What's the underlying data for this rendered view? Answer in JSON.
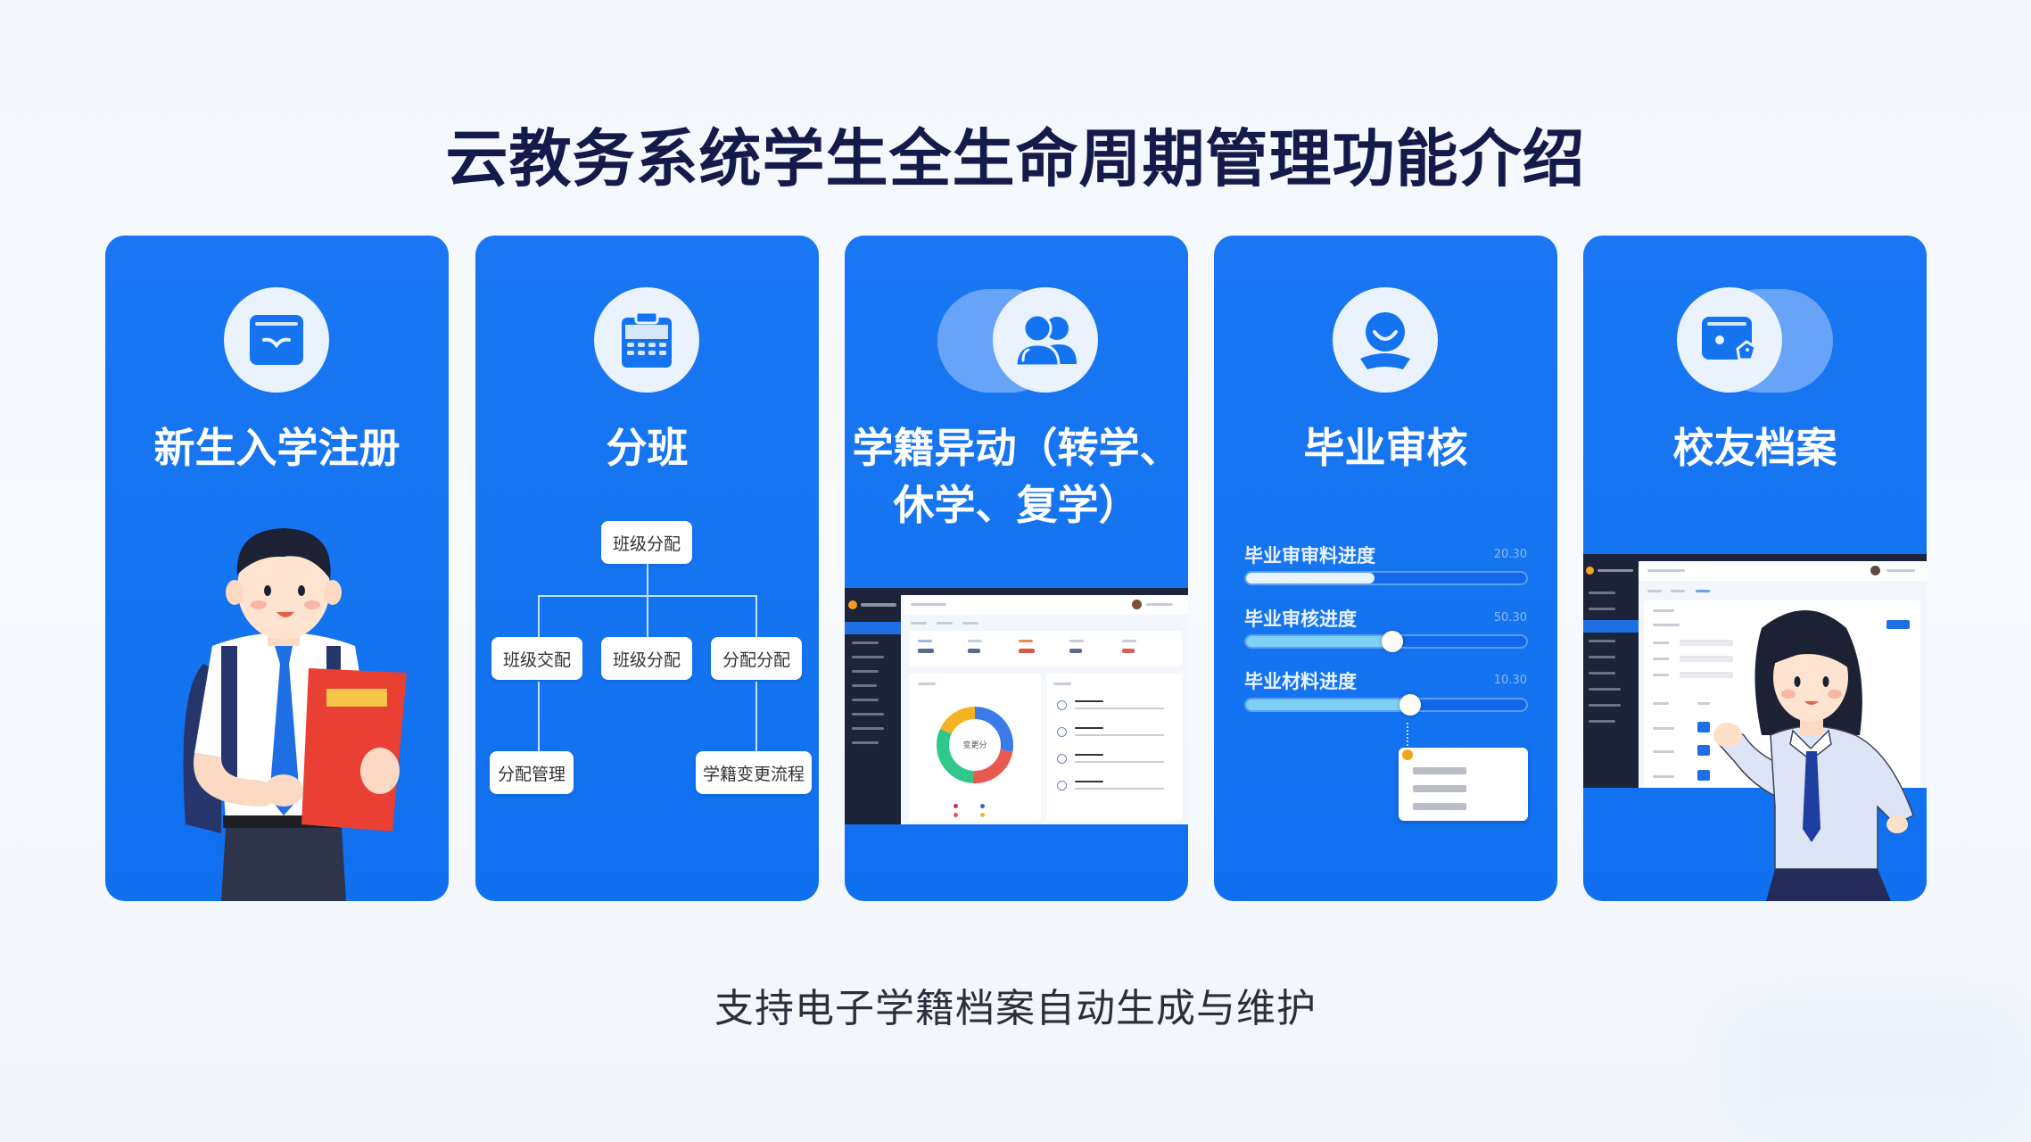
{
  "header": {
    "title": "云教务系统学生全生命周期管理功能介绍"
  },
  "footer": {
    "subtitle": "支持电子学籍档案自动生成与维护"
  },
  "colors": {
    "card_blue": "#1474f0",
    "title_navy": "#141a4a",
    "icon_bg": "#eaf2fd",
    "background": "#f4f8fd"
  },
  "cards": [
    {
      "label": "新生入学注册",
      "icon": "inbox-tray-icon",
      "illustration": "student-with-red-folder"
    },
    {
      "label": "分班",
      "icon": "calculator-calendar-icon",
      "tree": {
        "root": "班级分配",
        "level2": [
          "班级交配",
          "班级分配",
          "分配分配"
        ],
        "level3": [
          "分配管理",
          "学籍变更流程"
        ]
      }
    },
    {
      "label_line1": "学籍异动（转学、",
      "label_line2": "休学、复学）",
      "icon": "users-group-icon",
      "illustration": "admin-dashboard-donut-chart",
      "donut_center": "变更分"
    },
    {
      "label": "毕业审核",
      "icon": "user-profile-icon",
      "progress": [
        {
          "label": "毕业审审料进度",
          "value": "20.30",
          "percent": 46
        },
        {
          "label": "毕业审核进度",
          "value": "50.30",
          "percent": 52
        },
        {
          "label": "毕业材料进度",
          "value": "10.30",
          "percent": 58
        }
      ],
      "tooltip_lines": 3
    },
    {
      "label": "校友档案",
      "icon": "id-card-tag-icon",
      "illustration": "teacher-presenting-dashboard"
    }
  ]
}
